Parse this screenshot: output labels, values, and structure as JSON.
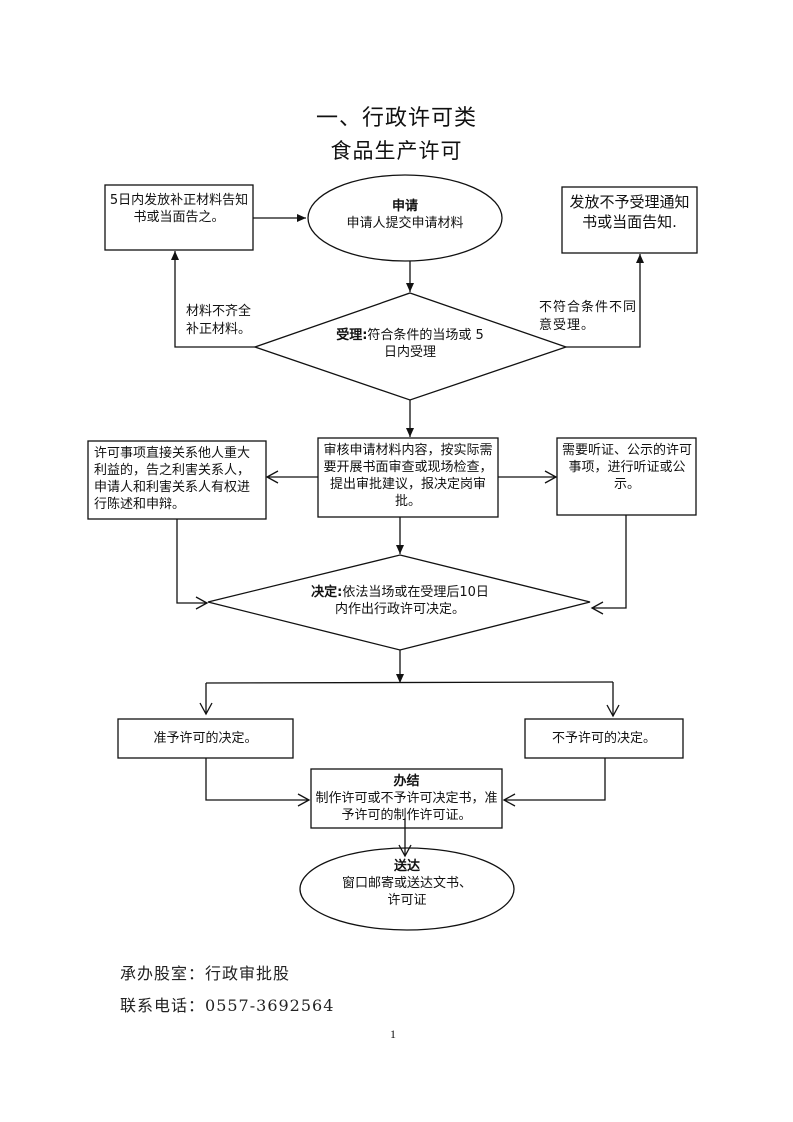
{
  "title": "一、行政许可类",
  "subtitle": "食品生产许可",
  "nodes": {
    "supplement_notice": {
      "text": "5日内发放补正材料告知书或当面告之。"
    },
    "apply": {
      "heading": "申请",
      "text": "申请人提交申请材料"
    },
    "reject_notice": {
      "text": "发放不予受理通知书或当面告知."
    },
    "accept": {
      "heading": "受理:",
      "text": "符合条件的当场或 5 日内受理"
    },
    "review": {
      "text": "审核申请材料内容，按实际需要开展书面审查或现场检查，提出审批建议，报决定岗审批。"
    },
    "stakeholder": {
      "text": "许可事项直接关系他人重大利益的，告之利害关系人，申请人和利害关系人有权进行陈述和申辩。"
    },
    "hearing": {
      "text": "需要听证、公示的许可事项，进行听证或公示。"
    },
    "decide": {
      "heading": "决定:",
      "text": "依法当场或在受理后10日内作出行政许可决定。"
    },
    "grant": {
      "text": "准予许可的决定。"
    },
    "deny": {
      "text": "不予许可的决定。"
    },
    "conclude": {
      "heading": "办结",
      "text": "制作许可或不予许可决定书，准予许可的制作许可证。"
    },
    "deliver": {
      "heading": "送达",
      "text": "窗口邮寄或送达文书、许可证"
    }
  },
  "edge_labels": {
    "incomplete": "材料不齐全补正材料。",
    "not_eligible": "不符合条件不同意受理。"
  },
  "footer": {
    "department_label": "承办股室：",
    "department": "行政审批股",
    "phone_label": "联系电话：",
    "phone": "0557-3692564"
  },
  "page_number": "1"
}
